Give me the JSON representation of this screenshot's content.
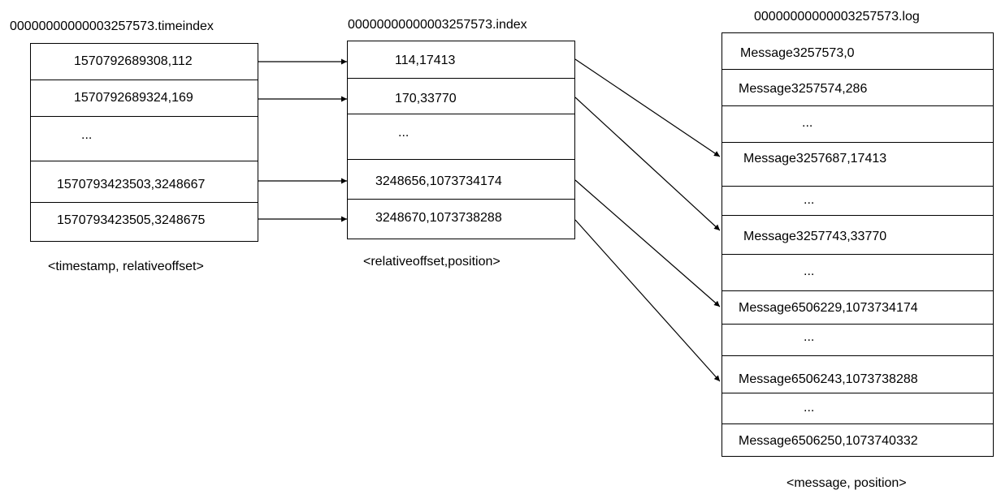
{
  "timeindex": {
    "title": "00000000000003257573.timeindex",
    "rows": [
      "1570792689308,112",
      "1570792689324,169",
      "...",
      "1570793423503,3248667",
      "1570793423505,3248675"
    ],
    "caption": "<timestamp, relativeoffset>"
  },
  "index": {
    "title": "00000000000003257573.index",
    "rows": [
      "114,17413",
      "170,33770",
      "...",
      "3248656,1073734174",
      "3248670,1073738288"
    ],
    "caption": "<relativeoffset,position>"
  },
  "log": {
    "title": "00000000000003257573.log",
    "rows": [
      "Message3257573,0",
      "Message3257574,286",
      "...",
      "Message3257687,17413",
      "...",
      "Message3257743,33770",
      "...",
      "Message6506229,1073734174",
      "...",
      "Message6506243,1073738288",
      "...",
      "Message6506250,1073740332"
    ],
    "caption": "<message, position>"
  }
}
